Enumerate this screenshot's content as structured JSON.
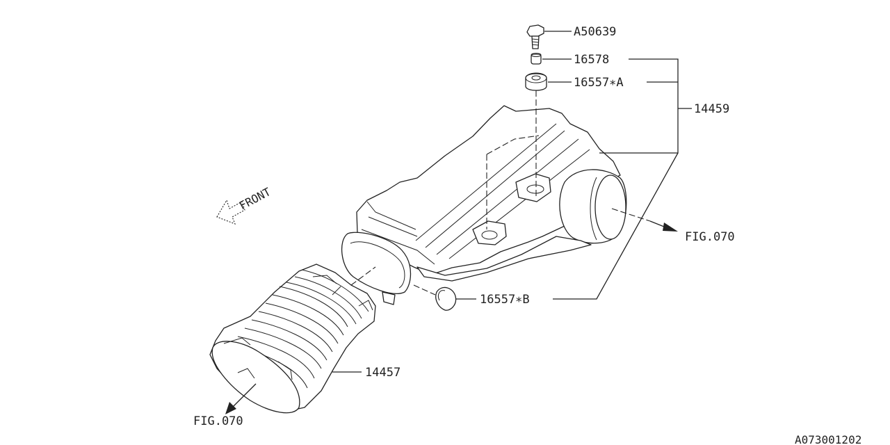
{
  "diagram": {
    "labels": {
      "bolt": "A50639",
      "collar": "16578",
      "grommet_a": "16557∗A",
      "grommet_b": "16557∗B",
      "assembly": "14459",
      "duct": "14457",
      "fig_right": "FIG.070",
      "fig_bottom": "FIG.070",
      "front": "FRONT",
      "code": "A073001202"
    }
  }
}
